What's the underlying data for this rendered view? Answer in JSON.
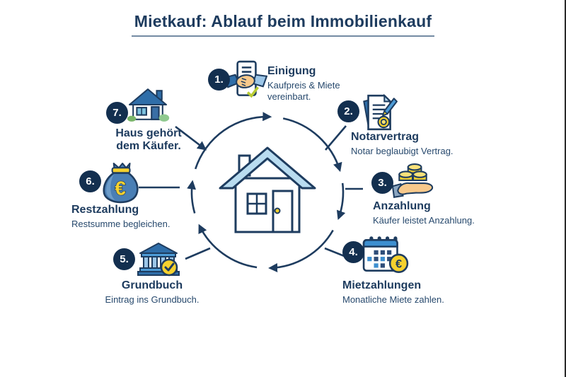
{
  "header": {
    "title": "Mietkauf: Ablauf beim Immobilienkauf"
  },
  "steps": [
    {
      "number": "1.",
      "title": "Einigung",
      "desc": "Kaufpreis & Miete vereinbart.",
      "icon": "handshake-contract-icon"
    },
    {
      "number": "2.",
      "title": "Notarvertrag",
      "desc": "Notar beglaubigt Vertrag.",
      "icon": "notary-document-pen-icon"
    },
    {
      "number": "3.",
      "title": "Anzahlung",
      "desc": "Käufer leistet Anzahlung.",
      "icon": "hand-with-coins-icon"
    },
    {
      "number": "4.",
      "title": "Mietzahlungen",
      "desc": "Monatliche Miete zahlen.",
      "icon": "calendar-euro-icon"
    },
    {
      "number": "5.",
      "title": "Grundbuch",
      "desc": "Eintrag ins Grundbuch.",
      "icon": "land-registry-building-icon"
    },
    {
      "number": "6.",
      "title": "Restzahlung",
      "desc": "Restsumme begleichen.",
      "icon": "money-bag-euro-icon"
    },
    {
      "number": "7.",
      "title": "Haus gehört dem Käufer.",
      "desc": "",
      "icon": "owned-house-icon"
    }
  ],
  "center": {
    "icon": "house-illustration",
    "cycle": "clockwise-arrow-ring"
  },
  "icons": {
    "euro_symbol": "€"
  },
  "colors": {
    "navy_text": "#1d3b5e",
    "badge_navy": "#132f4f",
    "outline_navy": "#1e3c5f",
    "mid_blue": "#2f6ea9",
    "bright_blue": "#3d8fd0",
    "light_blue": "#b9dcf0",
    "pale_blue": "#9cc6e8",
    "coin_yellow": "#f5d12e",
    "check_green": "#b9cc33",
    "bush_green": "#7ab56a",
    "hand_skin": "#f8c98b"
  }
}
